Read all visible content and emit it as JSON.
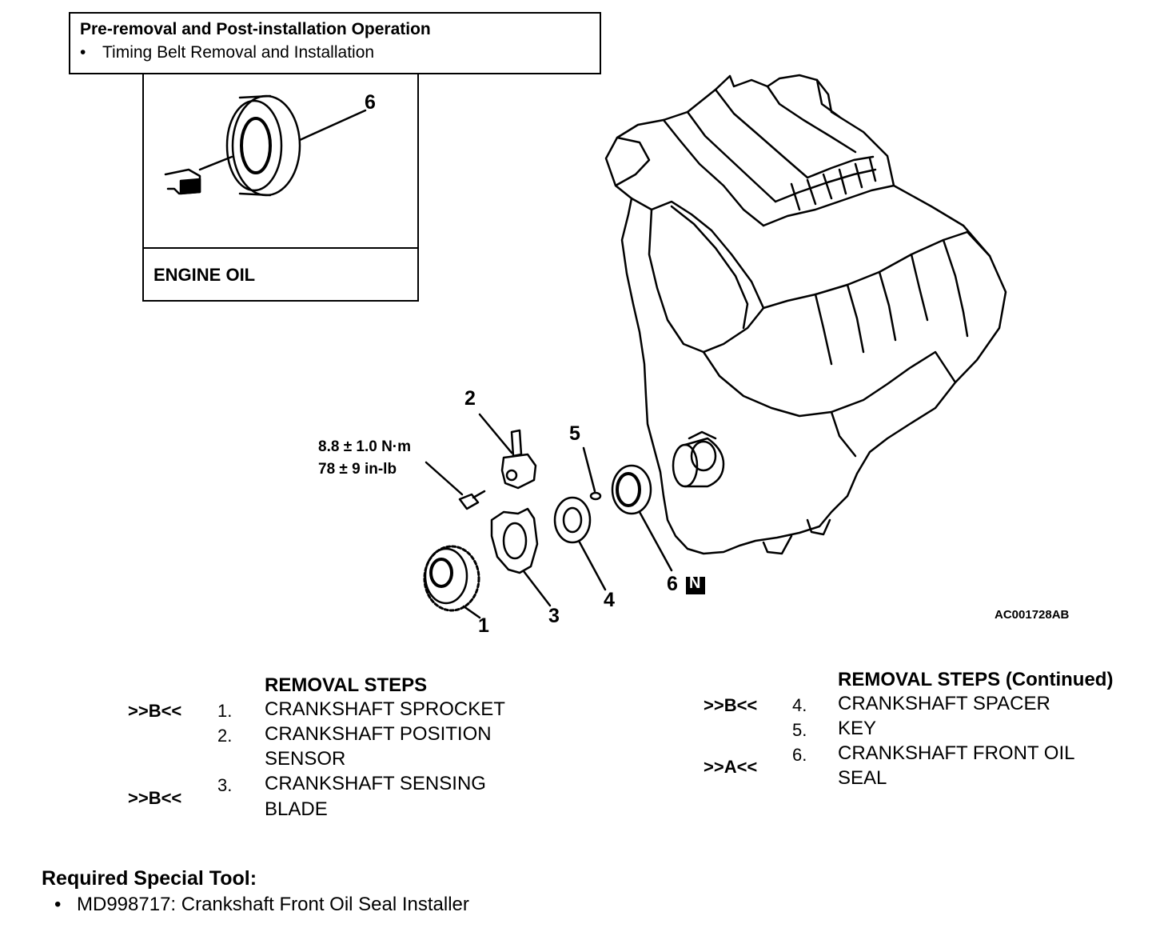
{
  "pre_operation": {
    "title": "Pre-removal and Post-installation Operation",
    "item": "Timing Belt Removal and Installation"
  },
  "oil_box": {
    "callout": "6",
    "label": "ENGINE OIL"
  },
  "diagram": {
    "callouts": [
      "1",
      "2",
      "3",
      "4",
      "5",
      "6"
    ],
    "new_part_badge": "N",
    "torque_line_1": "8.8 ± 1.0 N·m",
    "torque_line_2": "78 ± 9 in-lb",
    "figure_code": "AC001728AB"
  },
  "removal_steps": {
    "heading": "REMOVAL STEPS",
    "steps": [
      {
        "mark": ">>B<<",
        "num": "1.",
        "line1": "CRANKSHAFT SPROCKET",
        "line2": ""
      },
      {
        "mark": "",
        "num": "2.",
        "line1": "CRANKSHAFT POSITION",
        "line2": "SENSOR"
      },
      {
        "mark": ">>B<<",
        "num": "3.",
        "line1": "CRANKSHAFT SENSING",
        "line2": "BLADE"
      }
    ]
  },
  "removal_steps_continued": {
    "heading": "REMOVAL STEPS (Continued)",
    "steps": [
      {
        "mark": ">>B<<",
        "num": "4.",
        "line1": "CRANKSHAFT SPACER",
        "line2": ""
      },
      {
        "mark": "",
        "num": "5.",
        "line1": "KEY",
        "line2": ""
      },
      {
        "mark": ">>A<<",
        "num": "6.",
        "line1": "CRANKSHAFT FRONT OIL",
        "line2": "SEAL"
      }
    ]
  },
  "special_tool": {
    "heading": "Required Special Tool:",
    "item": "MD998717: Crankshaft Front Oil Seal Installer"
  },
  "icons": [
    "oil-seal-icon",
    "engine-illustration",
    "sprocket-icon",
    "sensor-icon",
    "sensing-blade-icon",
    "spacer-icon",
    "key-icon",
    "bolt-icon"
  ]
}
